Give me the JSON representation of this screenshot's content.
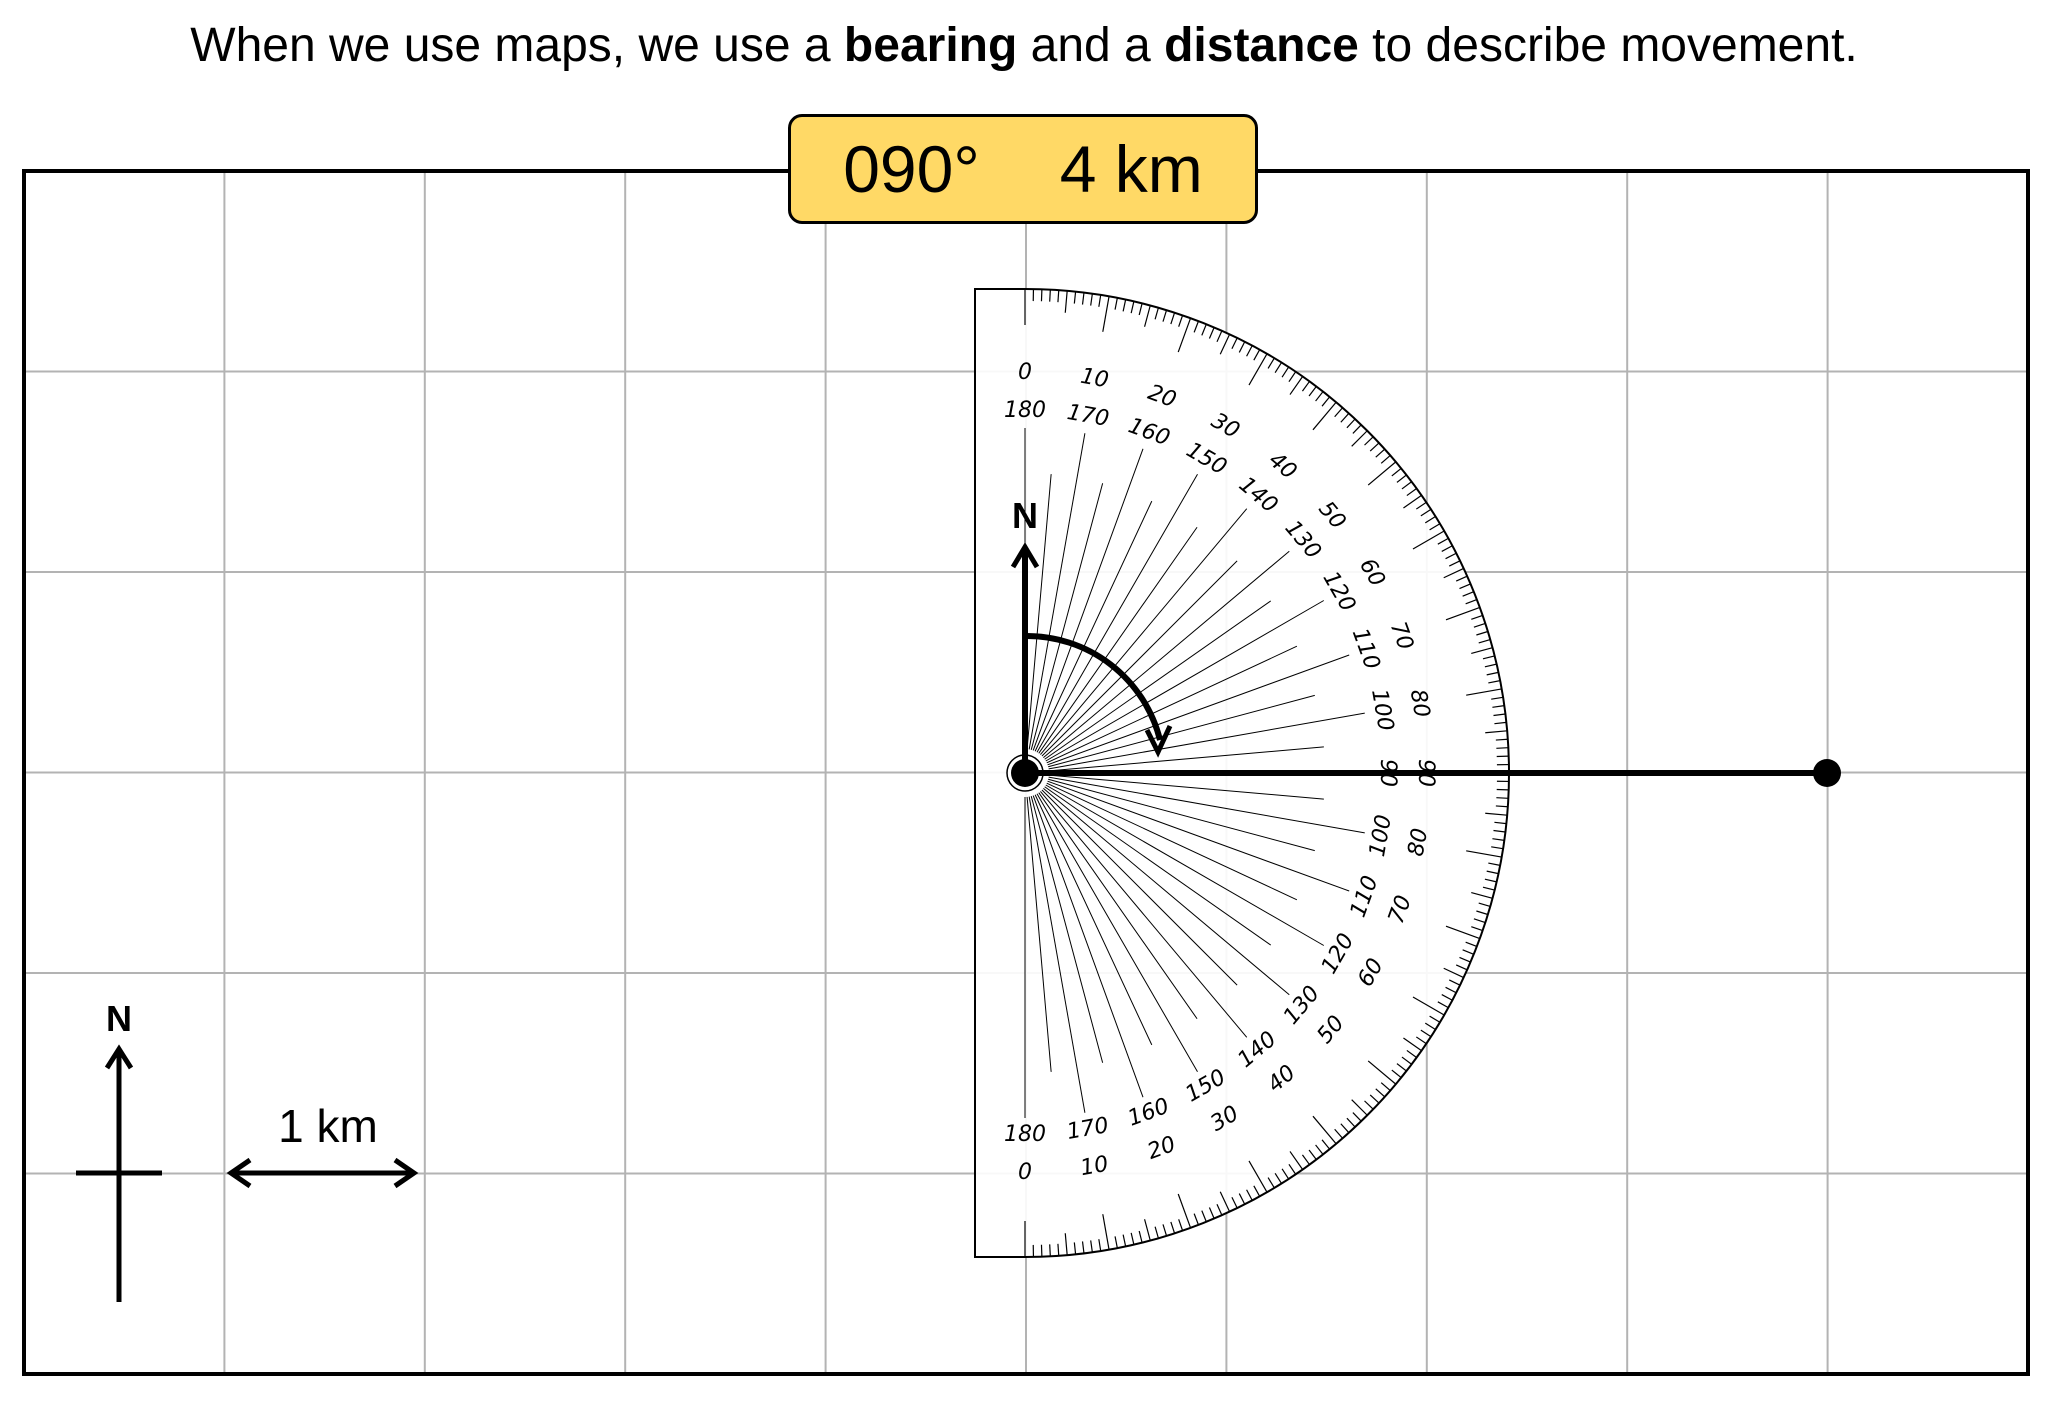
{
  "headline": {
    "part1": "When we use maps, we use a ",
    "bold1": "bearing",
    "part2": " and a ",
    "bold2": "distance",
    "part3": " to describe movement."
  },
  "instruction": {
    "bearing": "090°",
    "distance": "4 km"
  },
  "compass": {
    "north_label": "N"
  },
  "scale": {
    "label": "1 km",
    "km_per_square": 1
  },
  "protractor": {
    "north_label": "N",
    "bearing_degrees": 90,
    "distance_km": 4
  },
  "grid": {
    "columns": 10,
    "rows": 6
  },
  "colors": {
    "box_fill": "#ffd966",
    "grid_line": "#b3b3b3",
    "ink": "#000000"
  }
}
